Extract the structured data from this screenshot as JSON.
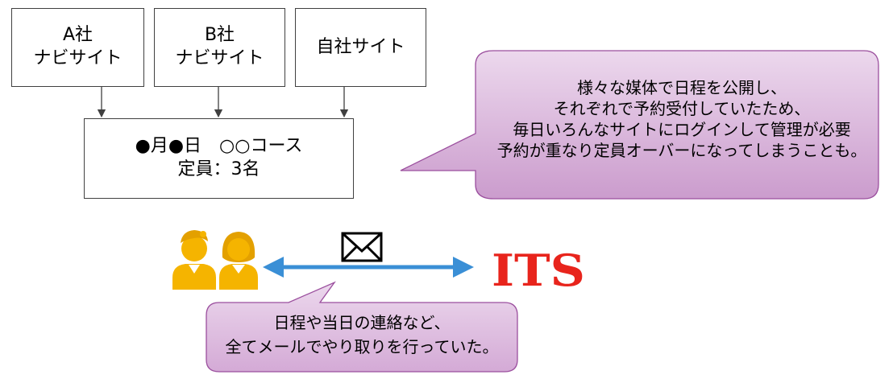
{
  "boxes": {
    "a_site": {
      "line1": "A社",
      "line2": "ナビサイト"
    },
    "b_site": {
      "line1": "B社",
      "line2": "ナビサイト"
    },
    "own_site": {
      "line1": "自社サイト"
    },
    "course": {
      "line1": "●月●日　○○コース",
      "line2": "定員：3名"
    }
  },
  "callout_top": {
    "lines": [
      "様々な媒体で日程を公開し、",
      "それぞれで予約受付していたため、",
      "毎日いろんなサイトにログインして管理が必要",
      "予約が重なり定員オーバーになってしまうことも。"
    ]
  },
  "callout_bottom": {
    "lines": [
      "日程や当日の連絡など、",
      "全てメールでやり取りを行っていた。"
    ]
  },
  "logo": {
    "text": "ITS"
  },
  "colors": {
    "bubble_fill_top": "#e9d3ea",
    "bubble_fill_bottom": "#cfa2d0",
    "bubble_border": "#9b4f9e",
    "arrow_blue": "#3a8fd6",
    "people_yellow": "#f5b400",
    "logo_red": "#e8241c"
  },
  "icons": {
    "people": "two-people-icon",
    "mail": "envelope-icon"
  }
}
